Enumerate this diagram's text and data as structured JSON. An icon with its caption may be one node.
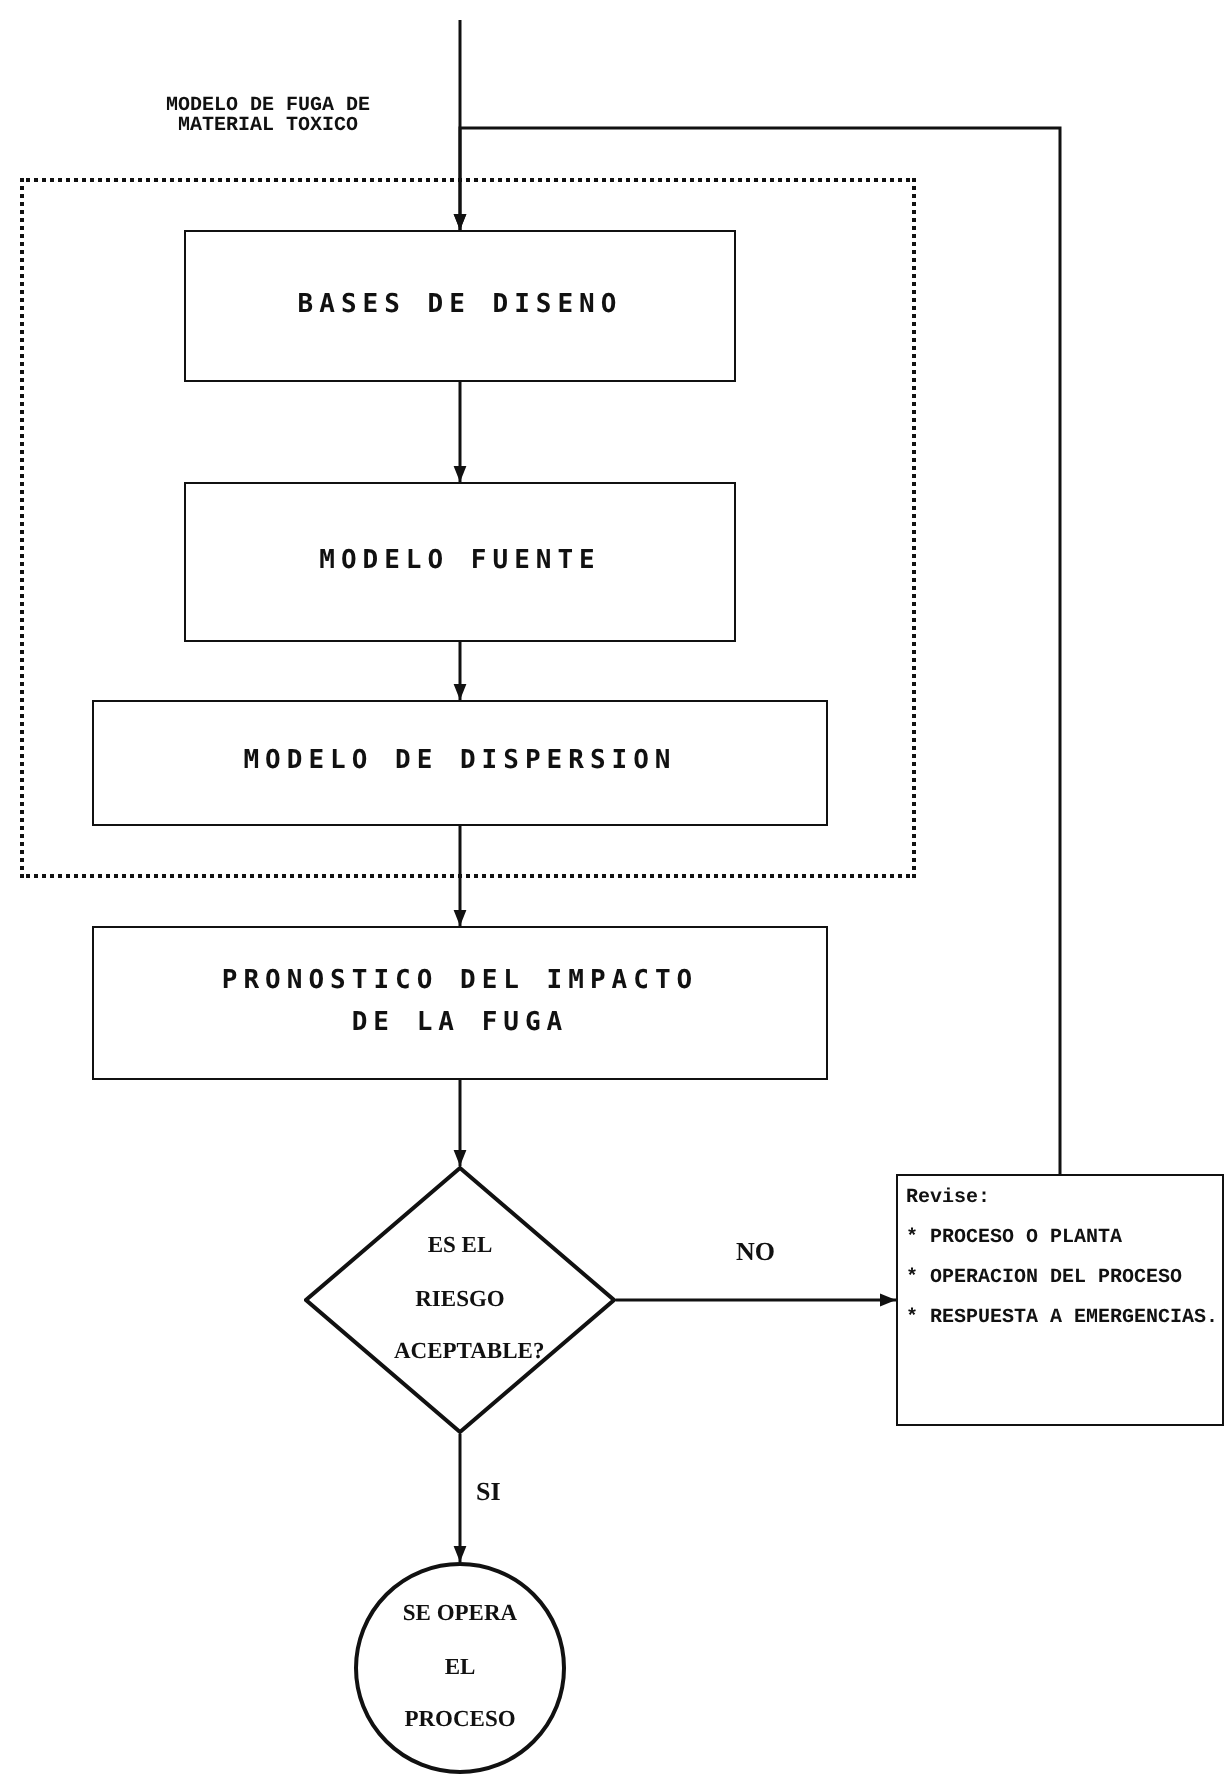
{
  "diagram": {
    "nodes": [
      {
        "text": [
          "MODELO DE FUGA DE MATERIAL TOXICO"
        ]
      },
      {
        "text": [
          "BASES DE DISENO"
        ],
        "in": 0
      },
      {
        "text": [
          "MODELO FUENTE"
        ],
        "in": 0
      },
      {
        "text": [
          "MODELO DE DISPERSION"
        ],
        "in": 0
      },
      {
        "text": [
          "PRONOSTICO DEL IMPACTO DE LA FUGA"
        ]
      },
      {
        "text": [
          "ES EL RIESGO ACEPTABLE?"
        ]
      },
      {
        "text": [
          "SE OPERA EL PROCESO"
        ]
      },
      {
        "text": [
          "Revise:",
          "* PROCESO O PLANTA",
          "* OPERACION DEL PROCESO",
          "* RESPUESTA A EMERGENCIAS."
        ]
      }
    ],
    "edges": [
      {
        "from": null,
        "to": 1,
        "arrow": "to"
      },
      {
        "from": 1,
        "to": 2,
        "arrow": "to"
      },
      {
        "from": 2,
        "to": 3,
        "arrow": "to"
      },
      {
        "from": 3,
        "to": 4,
        "arrow": "to"
      },
      {
        "from": 4,
        "to": 5,
        "arrow": "to"
      },
      {
        "from": 5,
        "to": 7,
        "arrow": "to",
        "label": "NO"
      },
      {
        "from": 5,
        "to": 6,
        "arrow": "to",
        "label": "SI"
      },
      {
        "from": 7,
        "to": 1,
        "arrow": "to"
      }
    ]
  }
}
